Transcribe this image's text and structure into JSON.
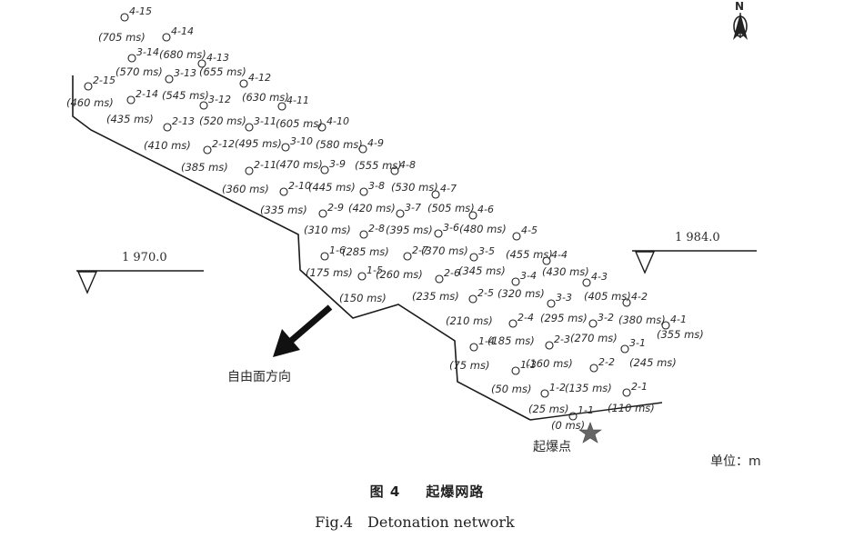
{
  "north": "N",
  "elevations": {
    "left": "1 970.0",
    "right": "1 984.0"
  },
  "direction_label": "自由面方向",
  "start_label": "起爆点",
  "unit_label": "单位：m",
  "caption": {
    "cn_number": "图 4",
    "cn_title": "起爆网路",
    "en_number": "Fig.4",
    "en_title": "Detonation network"
  },
  "holes": [
    {
      "id": "1-1",
      "delay": "(0 ms)"
    },
    {
      "id": "2-1",
      "delay": "(110 ms)"
    },
    {
      "id": "3-1",
      "delay": "(245 ms)"
    },
    {
      "id": "4-1",
      "delay": "(355 ms)"
    },
    {
      "id": "1-2",
      "delay": "(25 ms)"
    },
    {
      "id": "2-2",
      "delay": "(135 ms)"
    },
    {
      "id": "3-2",
      "delay": "(270 ms)"
    },
    {
      "id": "4-2",
      "delay": "(380 ms)"
    },
    {
      "id": "1-3",
      "delay": "(50 ms)"
    },
    {
      "id": "2-3",
      "delay": "(160 ms)"
    },
    {
      "id": "3-3",
      "delay": "(295 ms)"
    },
    {
      "id": "4-3",
      "delay": "(405 ms)"
    },
    {
      "id": "1-4",
      "delay": "(75 ms)"
    },
    {
      "id": "2-4",
      "delay": "(185 ms)"
    },
    {
      "id": "3-4",
      "delay": "(320 ms)"
    },
    {
      "id": "4-4",
      "delay": "(430 ms)"
    },
    {
      "id": "2-5",
      "delay": "(210 ms)"
    },
    {
      "id": "3-5",
      "delay": "(345 ms)"
    },
    {
      "id": "4-5",
      "delay": "(455 ms)"
    },
    {
      "id": "1-5",
      "delay": "(150 ms)"
    },
    {
      "id": "2-6",
      "delay": "(235 ms)"
    },
    {
      "id": "3-6",
      "delay": "(370 ms)"
    },
    {
      "id": "4-6",
      "delay": "(480 ms)"
    },
    {
      "id": "1-6",
      "delay": "(175 ms)"
    },
    {
      "id": "2-7",
      "delay": "(260 ms)"
    },
    {
      "id": "3-7",
      "delay": "(395 ms)"
    },
    {
      "id": "4-7",
      "delay": "(505 ms)"
    },
    {
      "id": "2-8",
      "delay": "(285 ms)"
    },
    {
      "id": "3-8",
      "delay": "(420 ms)"
    },
    {
      "id": "4-8",
      "delay": "(530 ms)"
    },
    {
      "id": "2-9",
      "delay": "(310 ms)"
    },
    {
      "id": "3-9",
      "delay": "(445 ms)"
    },
    {
      "id": "4-9",
      "delay": "(555 ms)"
    },
    {
      "id": "2-10",
      "delay": "(335 ms)"
    },
    {
      "id": "3-10",
      "delay": "(470 ms)"
    },
    {
      "id": "4-10",
      "delay": "(580 ms)"
    },
    {
      "id": "2-11",
      "delay": "(360 ms)"
    },
    {
      "id": "3-11",
      "delay": "(495 ms)"
    },
    {
      "id": "4-11",
      "delay": "(605 ms)"
    },
    {
      "id": "2-12",
      "delay": "(385 ms)"
    },
    {
      "id": "3-12",
      "delay": "(520 ms)"
    },
    {
      "id": "4-12",
      "delay": "(630 ms)"
    },
    {
      "id": "2-13",
      "delay": "(410 ms)"
    },
    {
      "id": "3-13",
      "delay": "(545 ms)"
    },
    {
      "id": "4-13",
      "delay": "(655 ms)"
    },
    {
      "id": "2-14",
      "delay": "(435 ms)"
    },
    {
      "id": "3-14",
      "delay": "(570 ms)"
    },
    {
      "id": "4-14",
      "delay": "(680 ms)"
    },
    {
      "id": "2-15",
      "delay": "(460 ms)"
    },
    {
      "id": "4-15",
      "delay": "(705 ms)"
    }
  ]
}
